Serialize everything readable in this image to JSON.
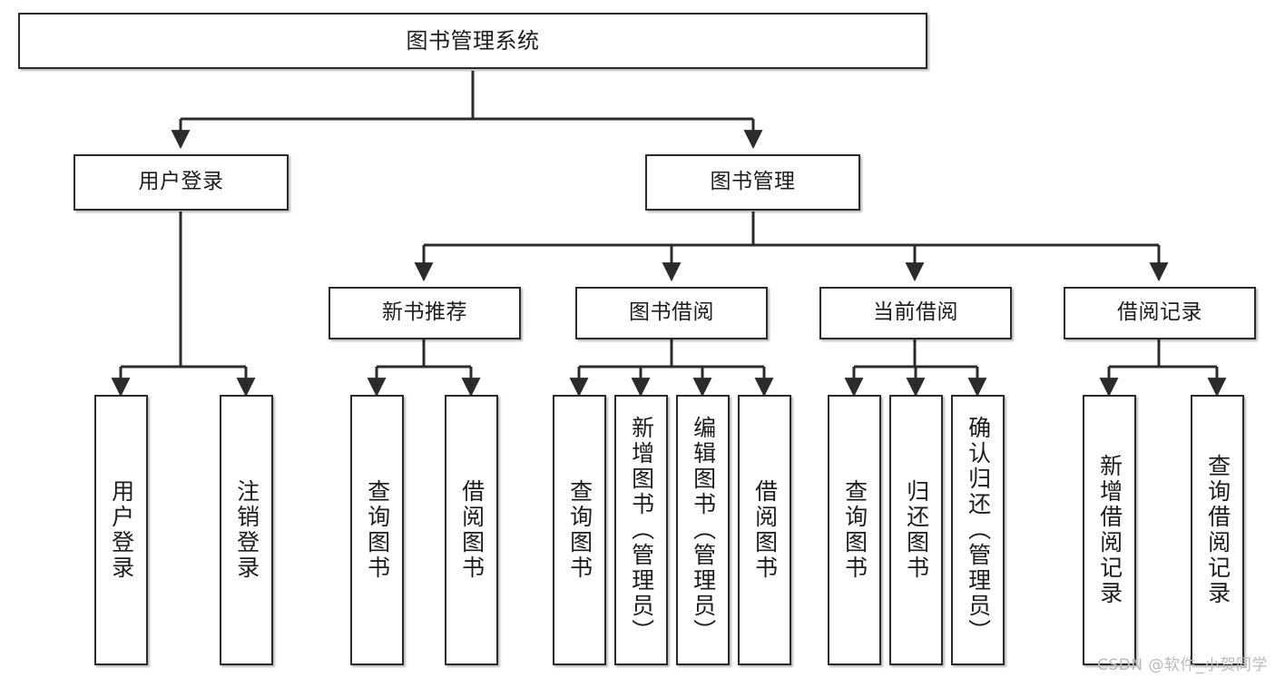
{
  "diagram": {
    "title": "图书管理系统",
    "watermark": "CSDN @软件_小贺同学",
    "colors": {
      "box_border": "#2b2b2b",
      "box_fill": "#ffffff",
      "edge": "#2b2b2b",
      "text": "#1c1c1c",
      "watermark": "#b9b9b9"
    },
    "nodes": {
      "root": {
        "label": "图书管理系统"
      },
      "level2": [
        {
          "label": "用户登录"
        },
        {
          "label": "图书管理"
        }
      ],
      "level3": [
        {
          "label": "新书推荐"
        },
        {
          "label": "图书借阅"
        },
        {
          "label": "当前借阅"
        },
        {
          "label": "借阅记录"
        }
      ],
      "leaves_user_login": [
        {
          "label": "用户登录"
        },
        {
          "label": "注销登录"
        }
      ],
      "leaves_new_book": [
        {
          "label": "查询图书"
        },
        {
          "label": "借阅图书"
        }
      ],
      "leaves_borrow": [
        {
          "label": "查询图书"
        },
        {
          "label": "新增图书（管理员）"
        },
        {
          "label": "编辑图书（管理员）"
        },
        {
          "label": "借阅图书"
        }
      ],
      "leaves_current": [
        {
          "label": "查询图书"
        },
        {
          "label": "归还图书"
        },
        {
          "label": "确认归还（管理员）"
        }
      ],
      "leaves_records": [
        {
          "label": "新增借阅记录"
        },
        {
          "label": "查询借阅记录"
        }
      ]
    }
  }
}
